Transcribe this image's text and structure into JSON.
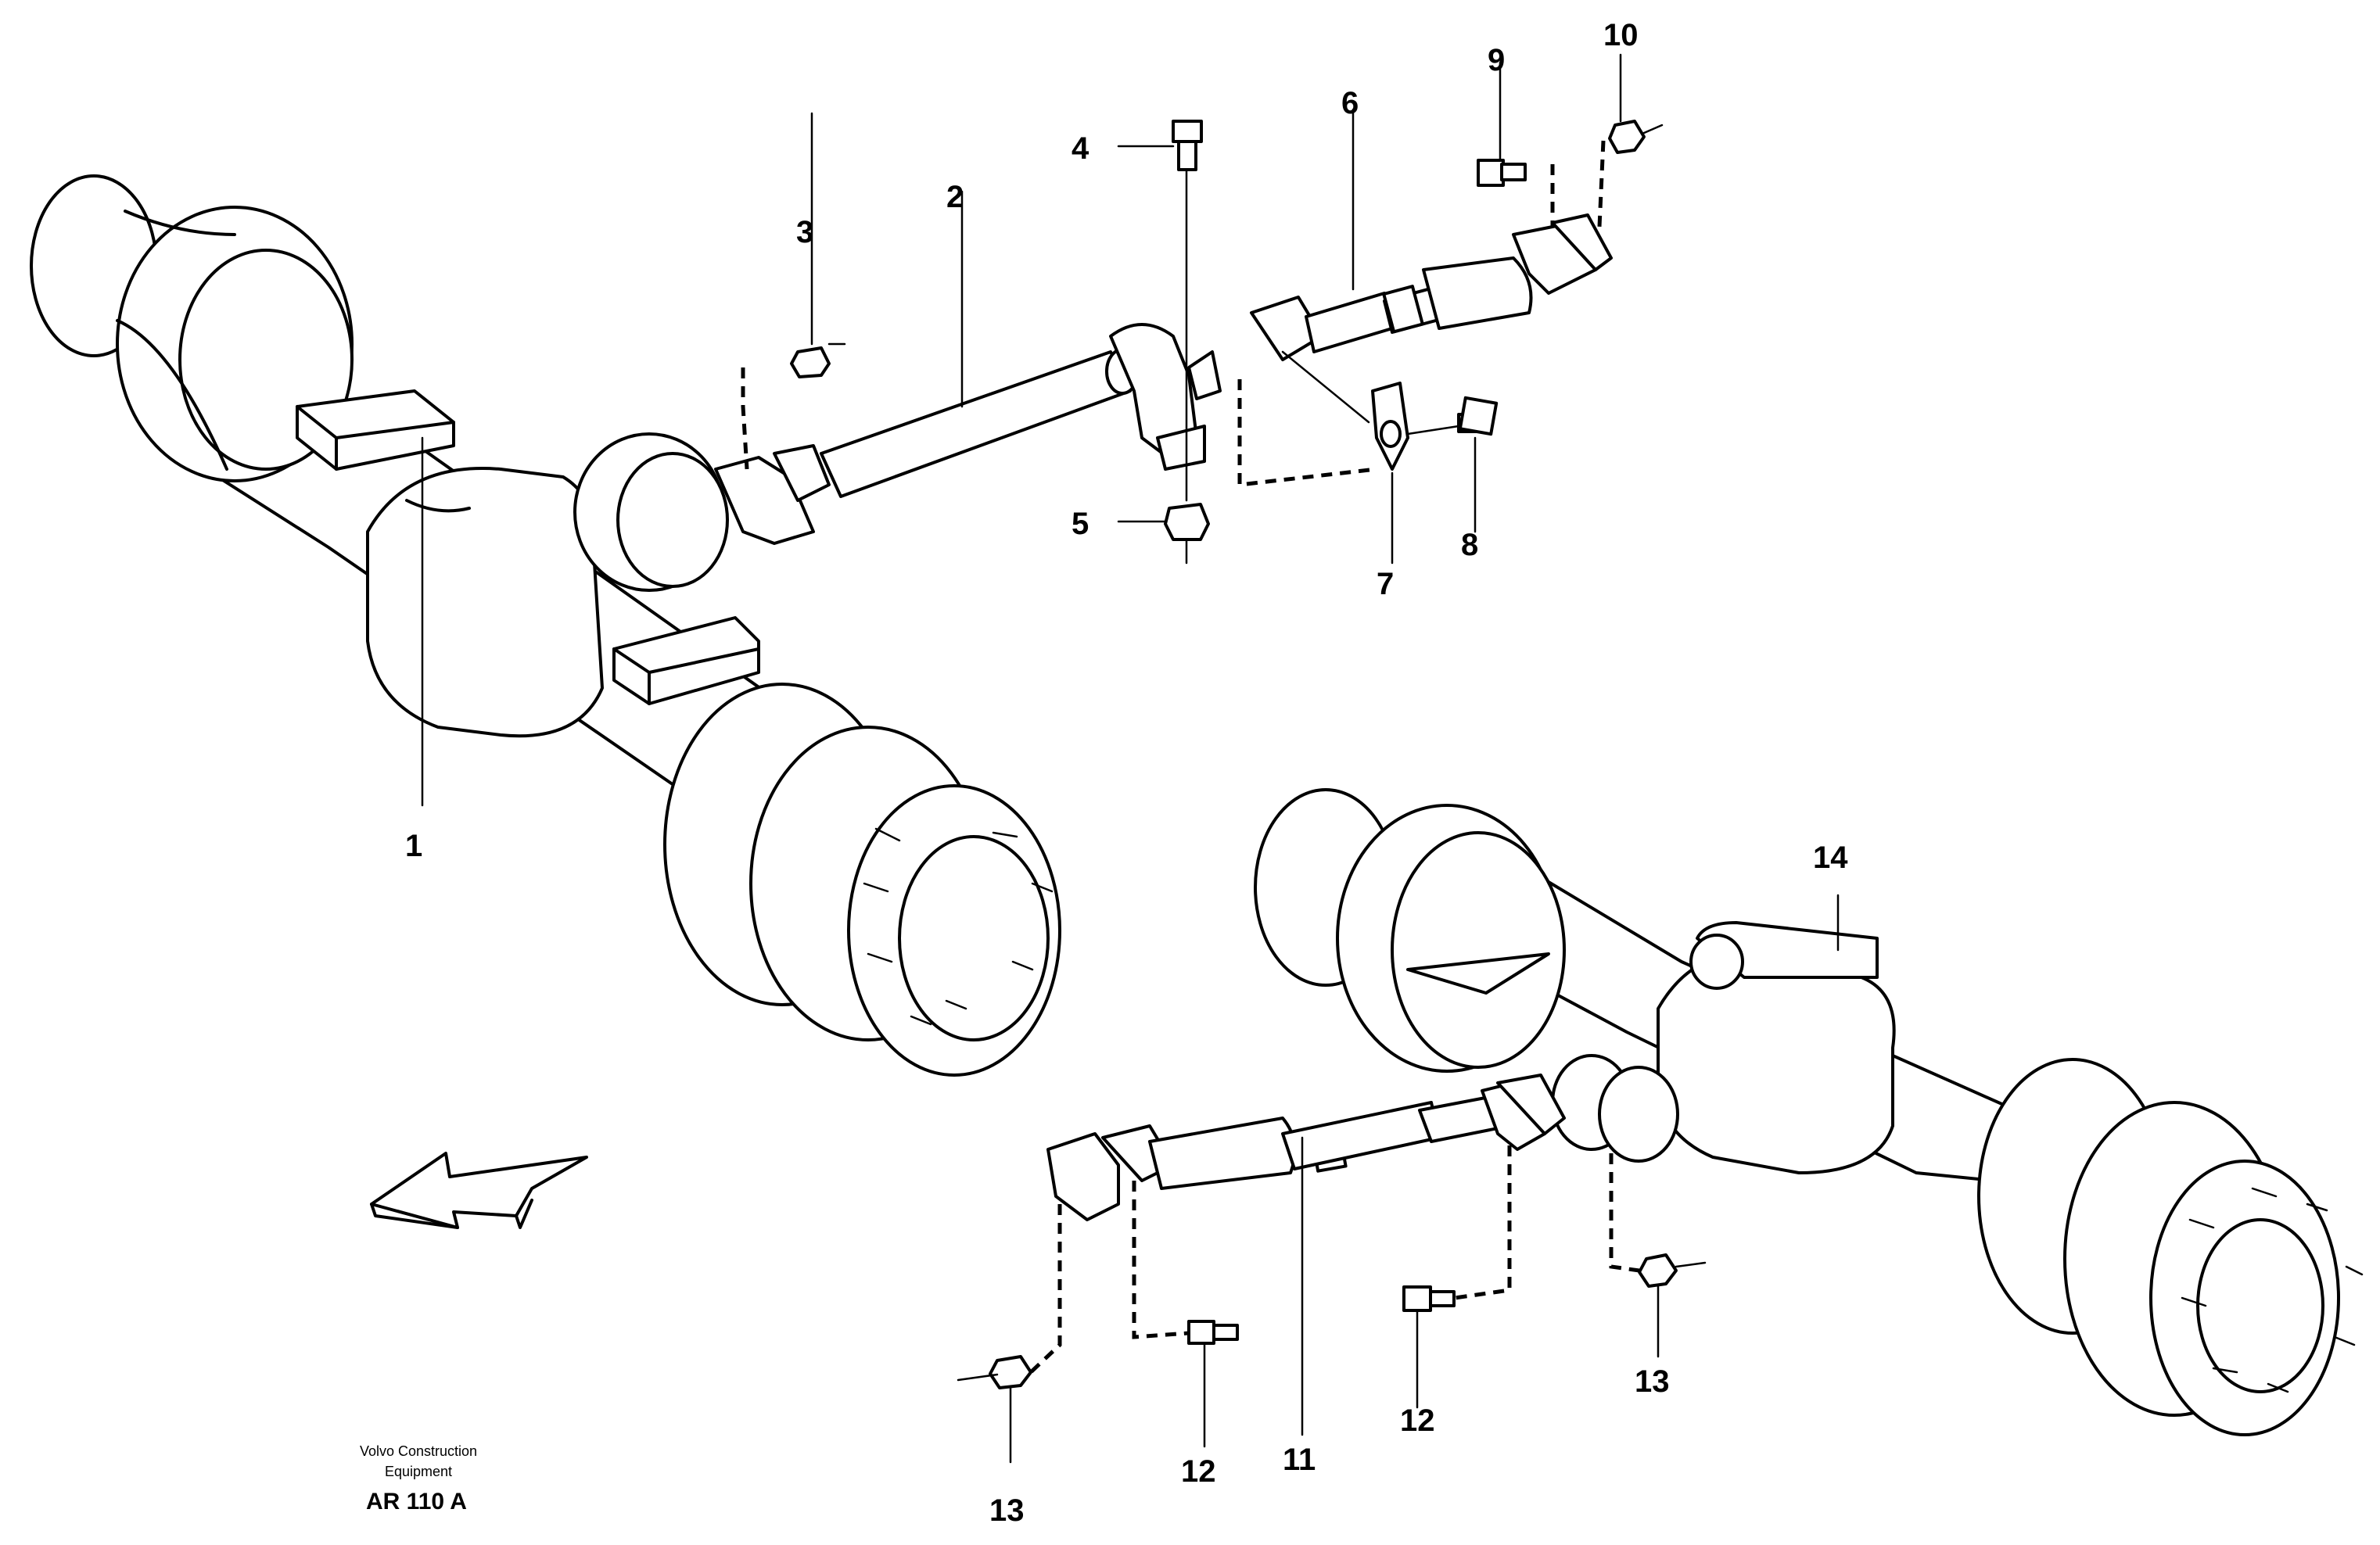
{
  "callouts": [
    {
      "id": "c1",
      "text": "1"
    },
    {
      "id": "c2",
      "text": "2"
    },
    {
      "id": "c3",
      "text": "3"
    },
    {
      "id": "c4",
      "text": "4"
    },
    {
      "id": "c5",
      "text": "5"
    },
    {
      "id": "c6",
      "text": "6"
    },
    {
      "id": "c7",
      "text": "7"
    },
    {
      "id": "c8",
      "text": "8"
    },
    {
      "id": "c9",
      "text": "9"
    },
    {
      "id": "c10",
      "text": "10"
    },
    {
      "id": "c11",
      "text": "11"
    },
    {
      "id": "c12a",
      "text": "12"
    },
    {
      "id": "c12b",
      "text": "12"
    },
    {
      "id": "c13a",
      "text": "13"
    },
    {
      "id": "c13b",
      "text": "13"
    },
    {
      "id": "c14",
      "text": "14"
    }
  ],
  "footer": {
    "company_line1": "Volvo Construction",
    "company_line2": "Equipment",
    "code": "AR 110 A"
  }
}
